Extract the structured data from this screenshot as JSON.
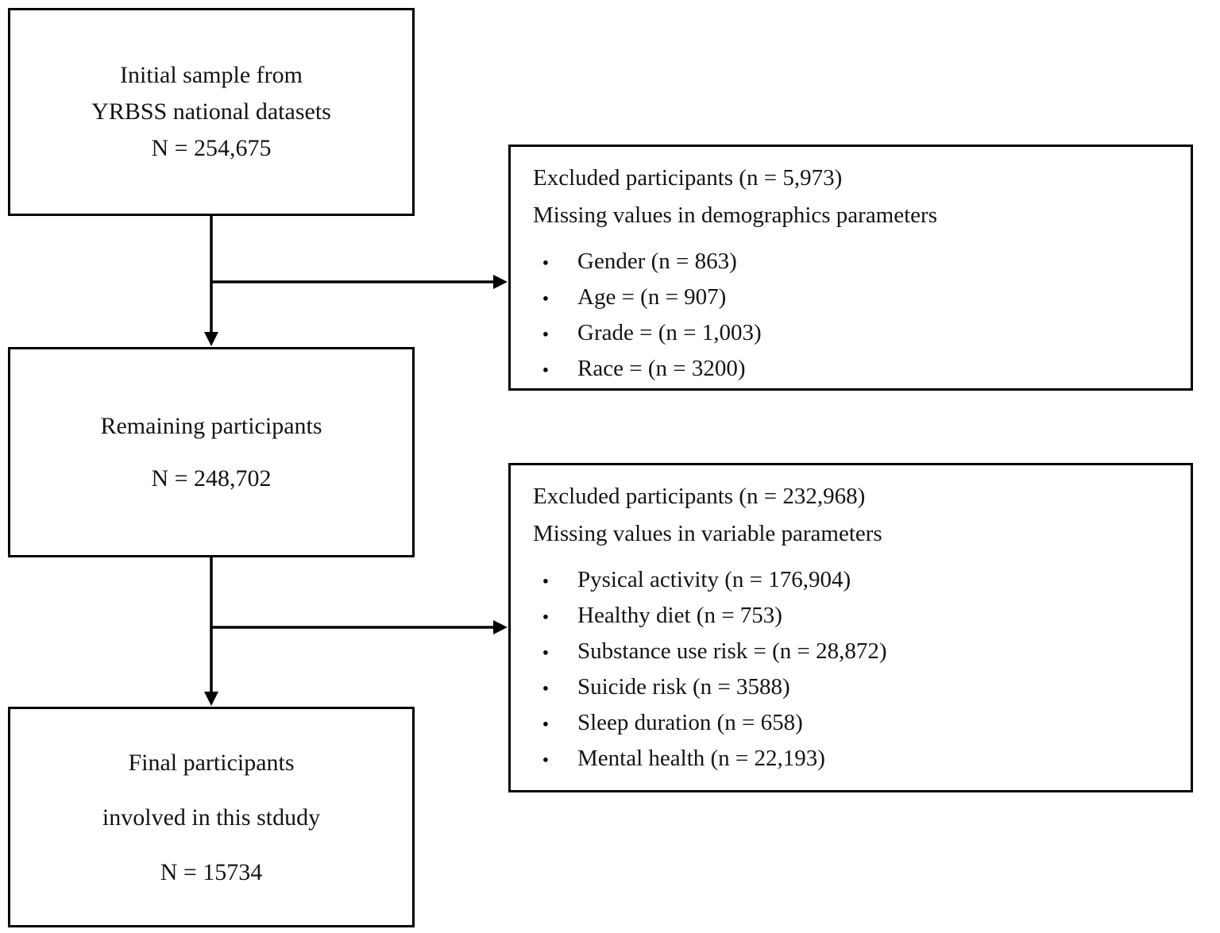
{
  "boxes": {
    "initial": {
      "lines": [
        "Initial sample from",
        "YRBSS national datasets",
        "N = 254,675"
      ]
    },
    "remaining": {
      "lines": [
        "Remaining participants",
        "N = 248,702"
      ]
    },
    "final": {
      "lines": [
        "Final participants",
        "involved in this stdudy",
        "N = 15734"
      ]
    }
  },
  "exclusions": {
    "first": {
      "title": "Excluded participants (n = 5,973)",
      "subtitle": "Missing values in demographics parameters",
      "items": [
        "Gender (n = 863)",
        "Age = (n = 907)",
        "Grade = (n = 1,003)",
        "Race = (n = 3200)"
      ]
    },
    "second": {
      "title": "Excluded participants (n = 232,968)",
      "subtitle": "Missing values in variable parameters",
      "items": [
        "Pysical activity (n = 176,904)",
        "Healthy diet (n = 753)",
        "Substance use risk = (n = 28,872)",
        "Suicide risk (n = 3588)",
        "Sleep duration (n = 658)",
        "Mental health (n = 22,193)"
      ]
    }
  },
  "colors": {
    "border": "#000000",
    "background": "#ffffff",
    "text": "#141414"
  }
}
